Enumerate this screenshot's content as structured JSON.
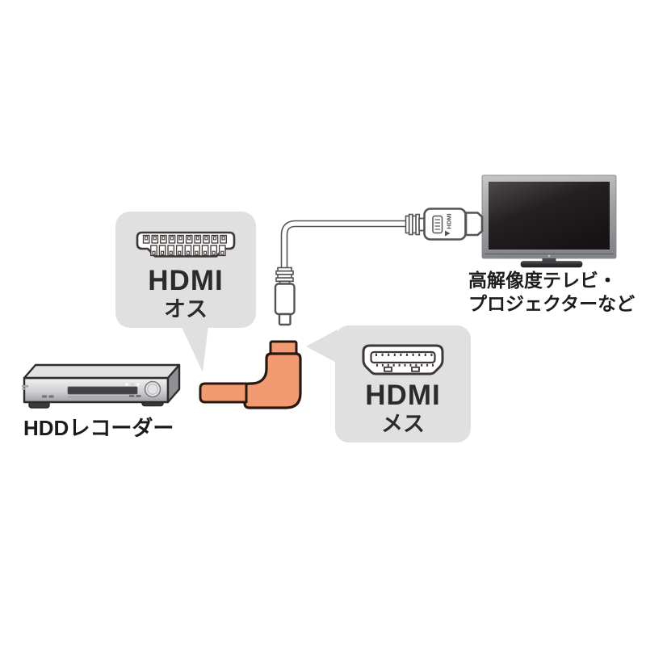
{
  "illustration": {
    "callout_male": {
      "title": "HDMI",
      "subtitle": "オス"
    },
    "callout_female": {
      "title": "HDMI",
      "subtitle": "メス"
    },
    "tv_caption": {
      "line1": "高解像度テレビ・",
      "line2": "プロジェクターなど"
    },
    "recorder_caption": "HDDレコーダー",
    "cable_plug_label": "HDMI"
  },
  "icons": {
    "tv": "tv-illustration",
    "recorder": "hdd-recorder-illustration",
    "cable": "hdmi-cable-illustration",
    "adapter": "l-shaped-hdmi-adapter-illustration",
    "male_face": "hdmi-male-connector-icon",
    "female_face": "hdmi-female-connector-icon"
  },
  "colors": {
    "background": "#ffffff",
    "callout_bubble": "#e0e0e1",
    "adapter_fill": "#f29b72",
    "adapter_outline": "#29180f",
    "cable_outline": "#575354",
    "connector_face_outline": "#3d3735",
    "tv_screen": "#1a1617",
    "tv_bezel": "#9b9c9e",
    "tv_stand": "#2c2d2f",
    "recorder_body": "#d9dadb",
    "text": "#1d1d1d"
  }
}
